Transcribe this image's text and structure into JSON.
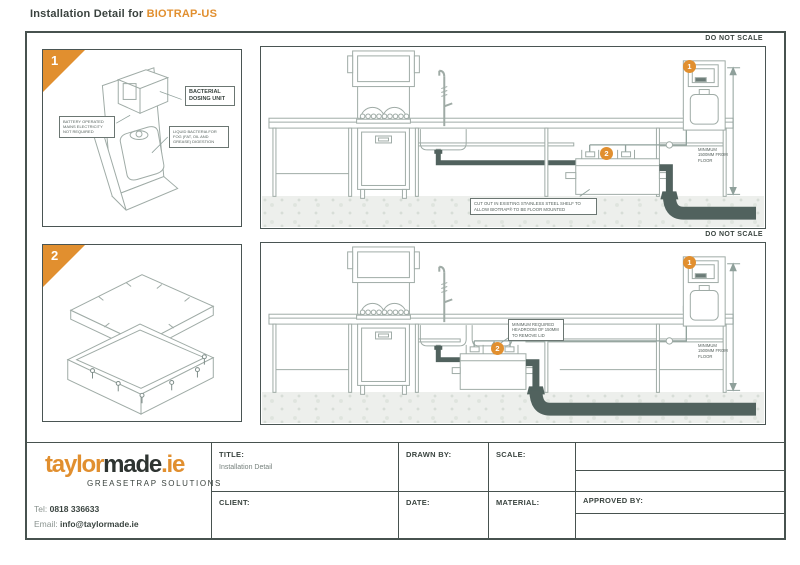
{
  "page": {
    "heading_prefix": "Installation Detail for ",
    "heading_product": "BIOTRAP-US"
  },
  "colors": {
    "accent_orange": "#E18F2F",
    "ink_dark": "#39433F",
    "drawing_line": "#9FABA6",
    "pipe_dark": "#51625E"
  },
  "drawing": {
    "do_not_scale": "DO NOT SCALE",
    "detail1": {
      "badge": "1",
      "labels": {
        "dosing_unit": "BACTERIAL DOSING UNIT",
        "battery": "BATTERY OPERATED MAINS ELECTRICITY NOT REQUIRED",
        "liquid": "LIQUID BACTERIA FOR FOG (FAT, OIL AND GREASE) DIGESTION"
      }
    },
    "detail2": {
      "badge": "2"
    },
    "top_elevation": {
      "marker_unit": "1",
      "marker_trap": "2",
      "note": "CUT OUT IN EXISTING STAINLESS STEEL SHELF TO ALLOW BIOTRAP® TO BE FLOOR MOUNTED",
      "dimension": "MINIMUM 1500mm FROM FLOOR"
    },
    "bottom_elevation": {
      "marker_unit": "1",
      "marker_trap": "2",
      "note": "MINIMUM REQUIRED HEADROOM OF 150mm TO REMOVE LID",
      "dimension": "MINIMUM 1500mm FROM FLOOR"
    }
  },
  "title_block": {
    "brand": {
      "word1": "taylor",
      "word2": "made",
      "word3": ".ie",
      "tagline": "GREASETRAP SOLUTIONS"
    },
    "contact": {
      "tel_label": "Tel: ",
      "tel": "0818 336633",
      "email_label": "Email: ",
      "email": "info@taylormade.ie"
    },
    "fields": {
      "title_label": "TITLE:",
      "title_value": "Installation Detail",
      "client_label": "CLIENT:",
      "drawn_by_label": "DRAWN BY:",
      "date_label": "DATE:",
      "scale_label": "SCALE:",
      "material_label": "MATERIAL:",
      "approved_by_label": "APPROVED BY:"
    }
  }
}
